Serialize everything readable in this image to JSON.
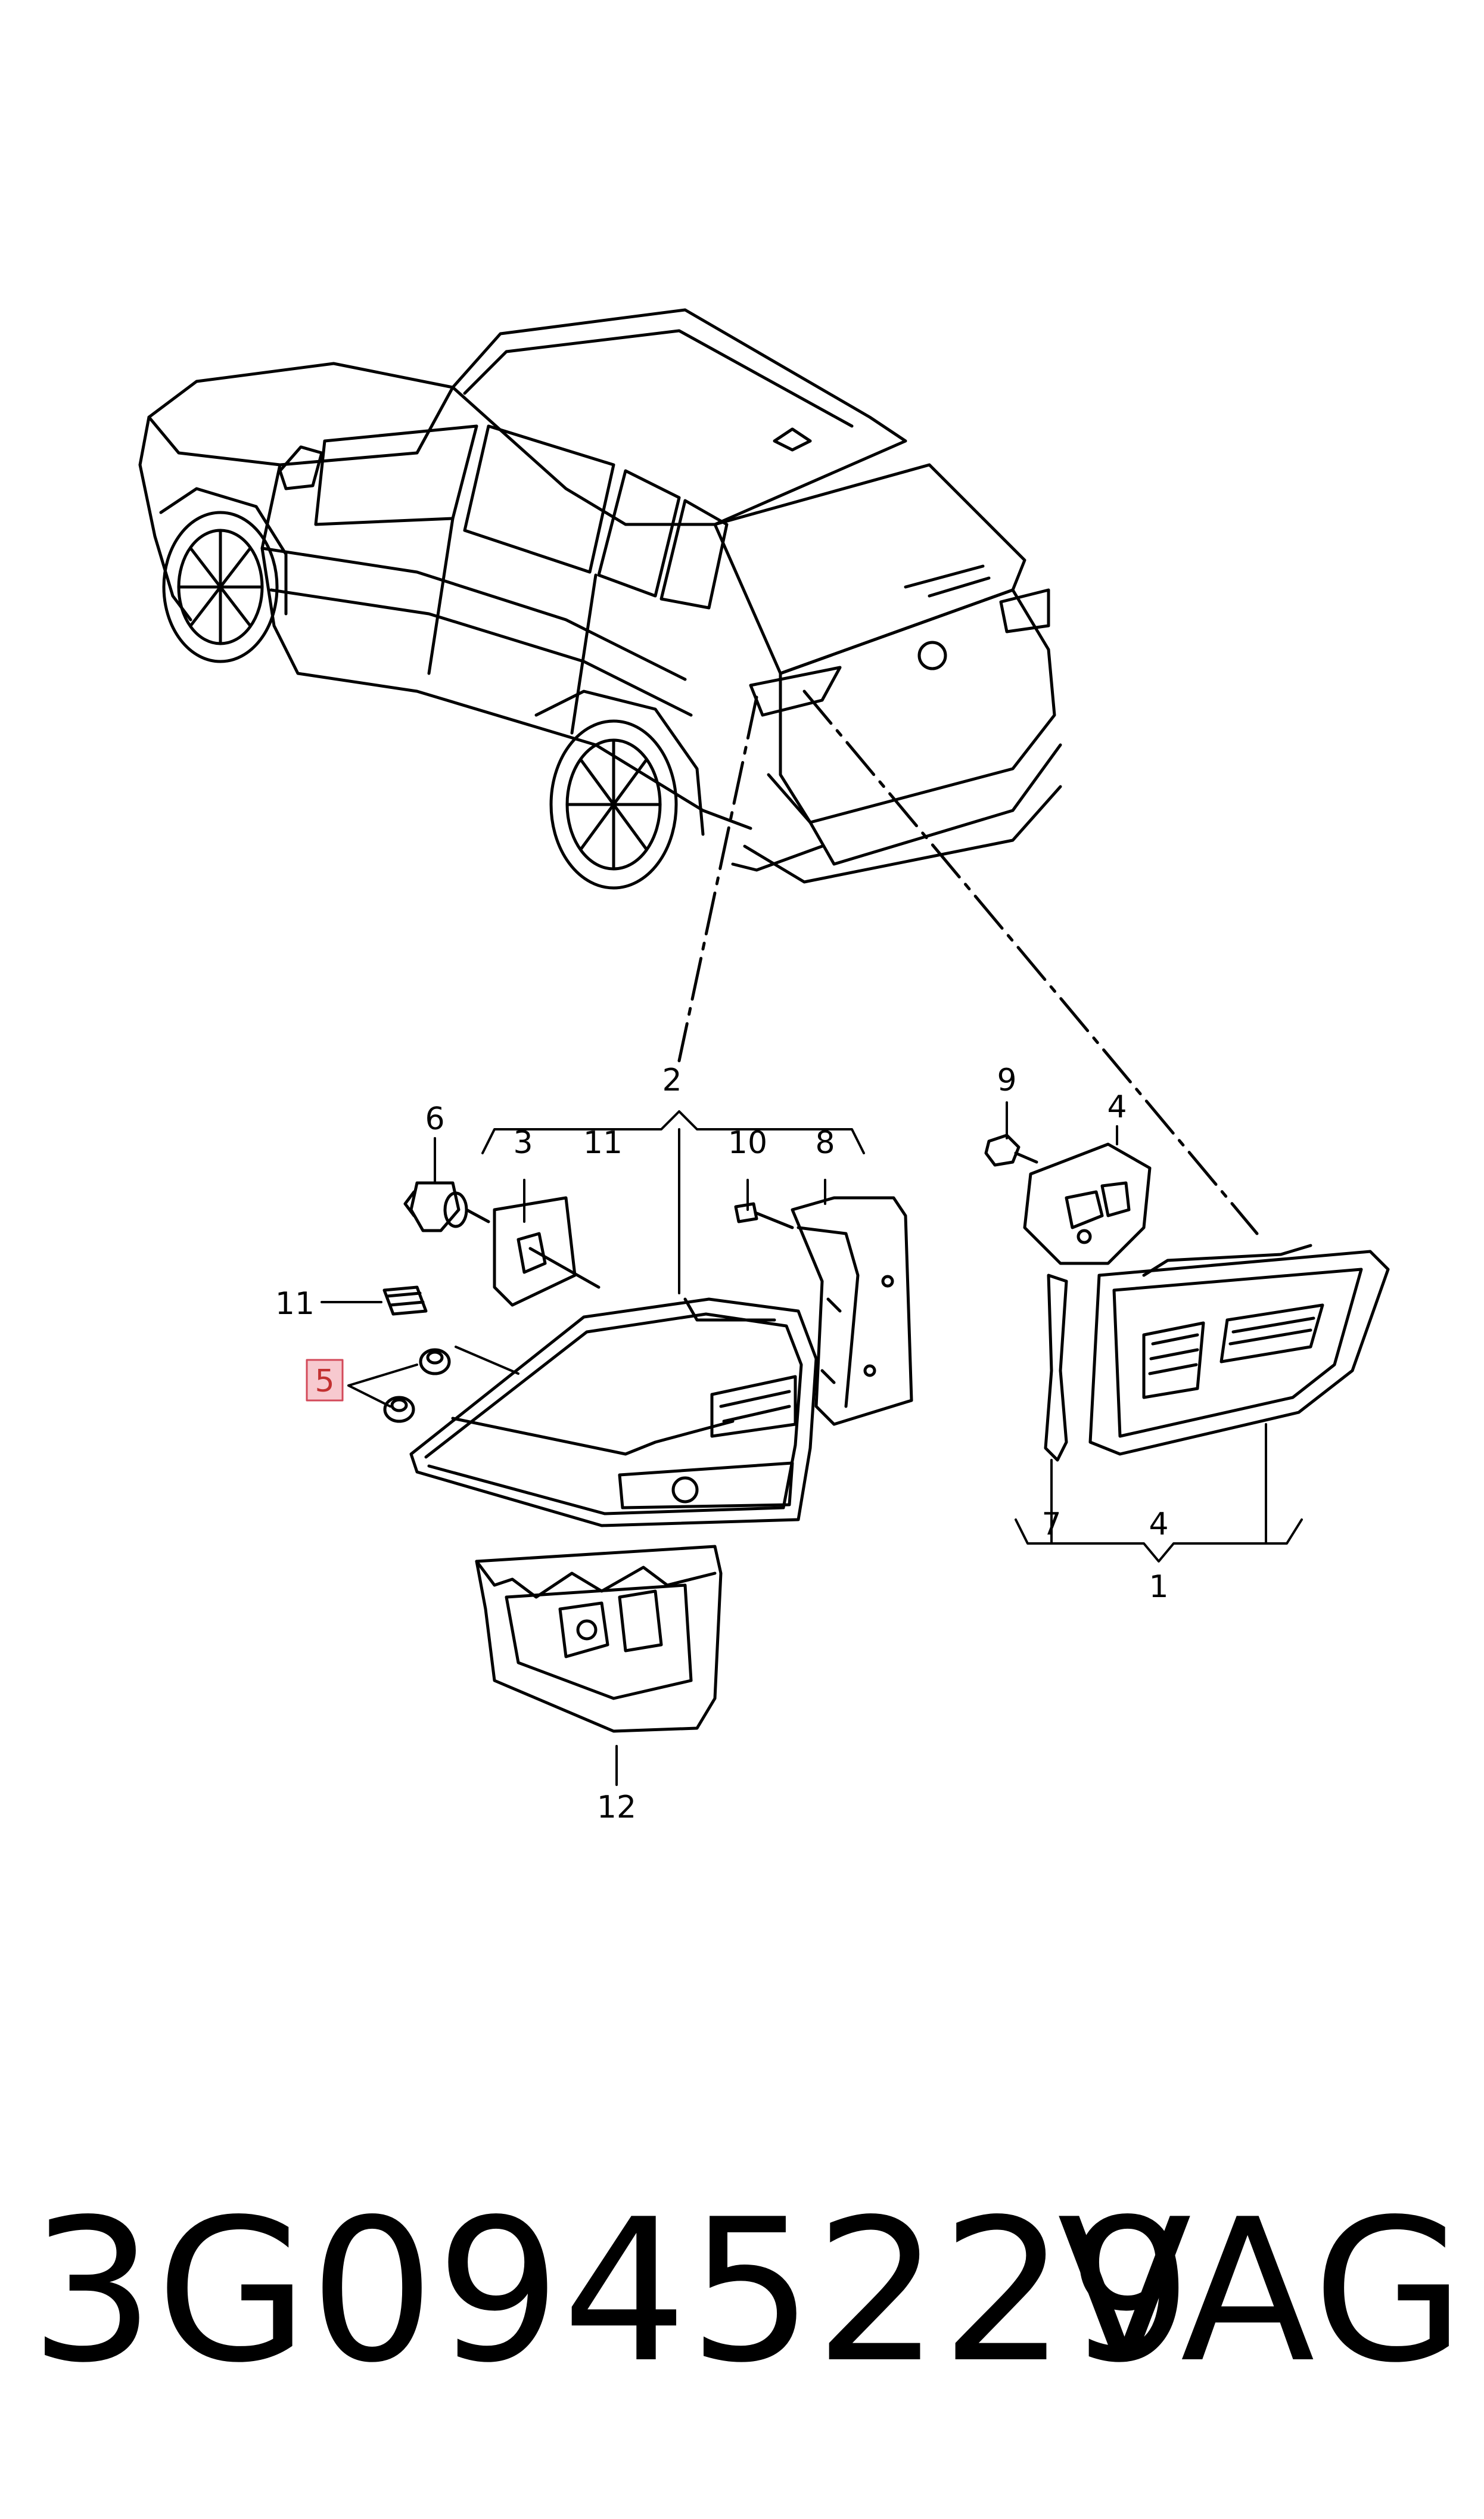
{
  "callouts": {
    "c1": "1",
    "c2": "2",
    "c3": "3",
    "c4a": "4",
    "c4b": "4",
    "c5": "5",
    "c6": "6",
    "c7": "7",
    "c8": "8",
    "c9": "9",
    "c10": "10",
    "c11a": "11",
    "c11b": "11",
    "c12": "12"
  },
  "caption": {
    "part_number": "3G0945229",
    "brand": "VAG"
  },
  "colors": {
    "line": "#000000",
    "highlight_box": "#f7c9cf",
    "highlight_border": "#d34a5a"
  }
}
